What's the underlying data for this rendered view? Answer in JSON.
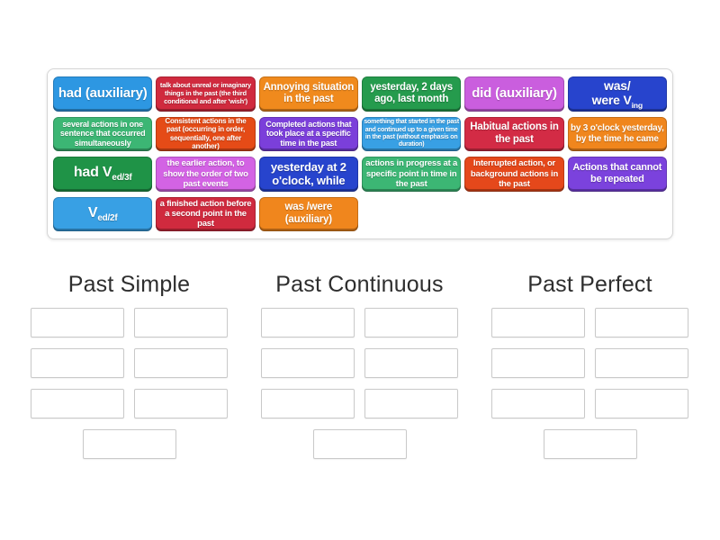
{
  "tiles": [
    {
      "id": "had-auxiliary",
      "color": "#2d97e2",
      "size": 15,
      "parts": [
        {
          "t": "had (auxiliary)"
        }
      ]
    },
    {
      "id": "talk-about-unreal",
      "color": "#d02a3e",
      "size": 7.5,
      "parts": [
        {
          "t": "talk about unreal or imaginary things in the past (the third conditional and after 'wish')"
        }
      ]
    },
    {
      "id": "annoying-situation",
      "color": "#f08a1d",
      "size": 11.5,
      "parts": [
        {
          "t": "Annoying situation in the past"
        }
      ]
    },
    {
      "id": "yesterday-2-days-ago",
      "color": "#259b4d",
      "size": 11.5,
      "parts": [
        {
          "t": "yesterday, 2 days ago, last month"
        }
      ]
    },
    {
      "id": "did-auxiliary",
      "color": "#ca5ede",
      "size": 15,
      "parts": [
        {
          "t": "did (auxiliary)"
        }
      ]
    },
    {
      "id": "was-were-ving",
      "color": "#2744cd",
      "size": 14,
      "parts": [
        {
          "t": "was/\nwere V"
        },
        {
          "t": "ing",
          "sub": true
        }
      ]
    },
    {
      "id": "several-actions",
      "color": "#3cb674",
      "size": 9,
      "parts": [
        {
          "t": "several actions in one sentence that occurred simultaneously"
        }
      ]
    },
    {
      "id": "consistent-actions",
      "color": "#e54b17",
      "size": 8,
      "parts": [
        {
          "t": "Consistent actions in the past (occurring in order, sequentially, one after another)"
        }
      ]
    },
    {
      "id": "completed-actions",
      "color": "#7b3fda",
      "size": 9,
      "parts": [
        {
          "t": "Completed actions that took place at a specific time in the past"
        }
      ]
    },
    {
      "id": "something-started",
      "color": "#38a0e4",
      "size": 7,
      "parts": [
        {
          "t": "something that started in the past and continued up to a given time in the past (without emphasis on duration)"
        }
      ]
    },
    {
      "id": "habitual-actions",
      "color": "#d32b45",
      "size": 11.5,
      "parts": [
        {
          "t": "Habitual actions in the past"
        }
      ]
    },
    {
      "id": "by-3-oclock",
      "color": "#f0861d",
      "size": 10,
      "parts": [
        {
          "t": "by 3 o'clock yesterday, by the time he came"
        }
      ]
    },
    {
      "id": "had-ved-3f",
      "color": "#1f9347",
      "size": 16,
      "parts": [
        {
          "t": "had V"
        },
        {
          "t": "ed/3f",
          "sub": true
        }
      ]
    },
    {
      "id": "earlier-action",
      "color": "#d363e4",
      "size": 9.5,
      "parts": [
        {
          "t": "the earlier action, to show the order of two past events"
        }
      ]
    },
    {
      "id": "yesterday-at-2-oclock",
      "color": "#2744cd",
      "size": 13,
      "parts": [
        {
          "t": "yesterday at 2 o'clock, while"
        }
      ]
    },
    {
      "id": "actions-in-progress",
      "color": "#3cb674",
      "size": 9.5,
      "parts": [
        {
          "t": "actions in progress at a specific point in time in the past"
        }
      ]
    },
    {
      "id": "interrupted-action",
      "color": "#e5481b",
      "size": 9.5,
      "parts": [
        {
          "t": "Interrupted action, or background actions in the past"
        }
      ]
    },
    {
      "id": "actions-cannot-repeated",
      "color": "#7b42dd",
      "size": 11,
      "parts": [
        {
          "t": "Actions that cannot be repeated"
        }
      ]
    },
    {
      "id": "ved-2f",
      "color": "#38a0e4",
      "size": 16,
      "parts": [
        {
          "t": "V"
        },
        {
          "t": "ed/2f",
          "sub": true
        }
      ]
    },
    {
      "id": "finished-action",
      "color": "#d02a3e",
      "size": 9.5,
      "parts": [
        {
          "t": "a finished action before a second point in the past"
        }
      ]
    },
    {
      "id": "was-were-auxiliary",
      "color": "#f0861d",
      "size": 11.5,
      "parts": [
        {
          "t": "was /were (auxiliary)"
        }
      ]
    }
  ],
  "groups": [
    {
      "label": "Past Simple",
      "slots": 7
    },
    {
      "label": "Past Continuous",
      "slots": 7
    },
    {
      "label": "Past Perfect",
      "slots": 7
    }
  ]
}
